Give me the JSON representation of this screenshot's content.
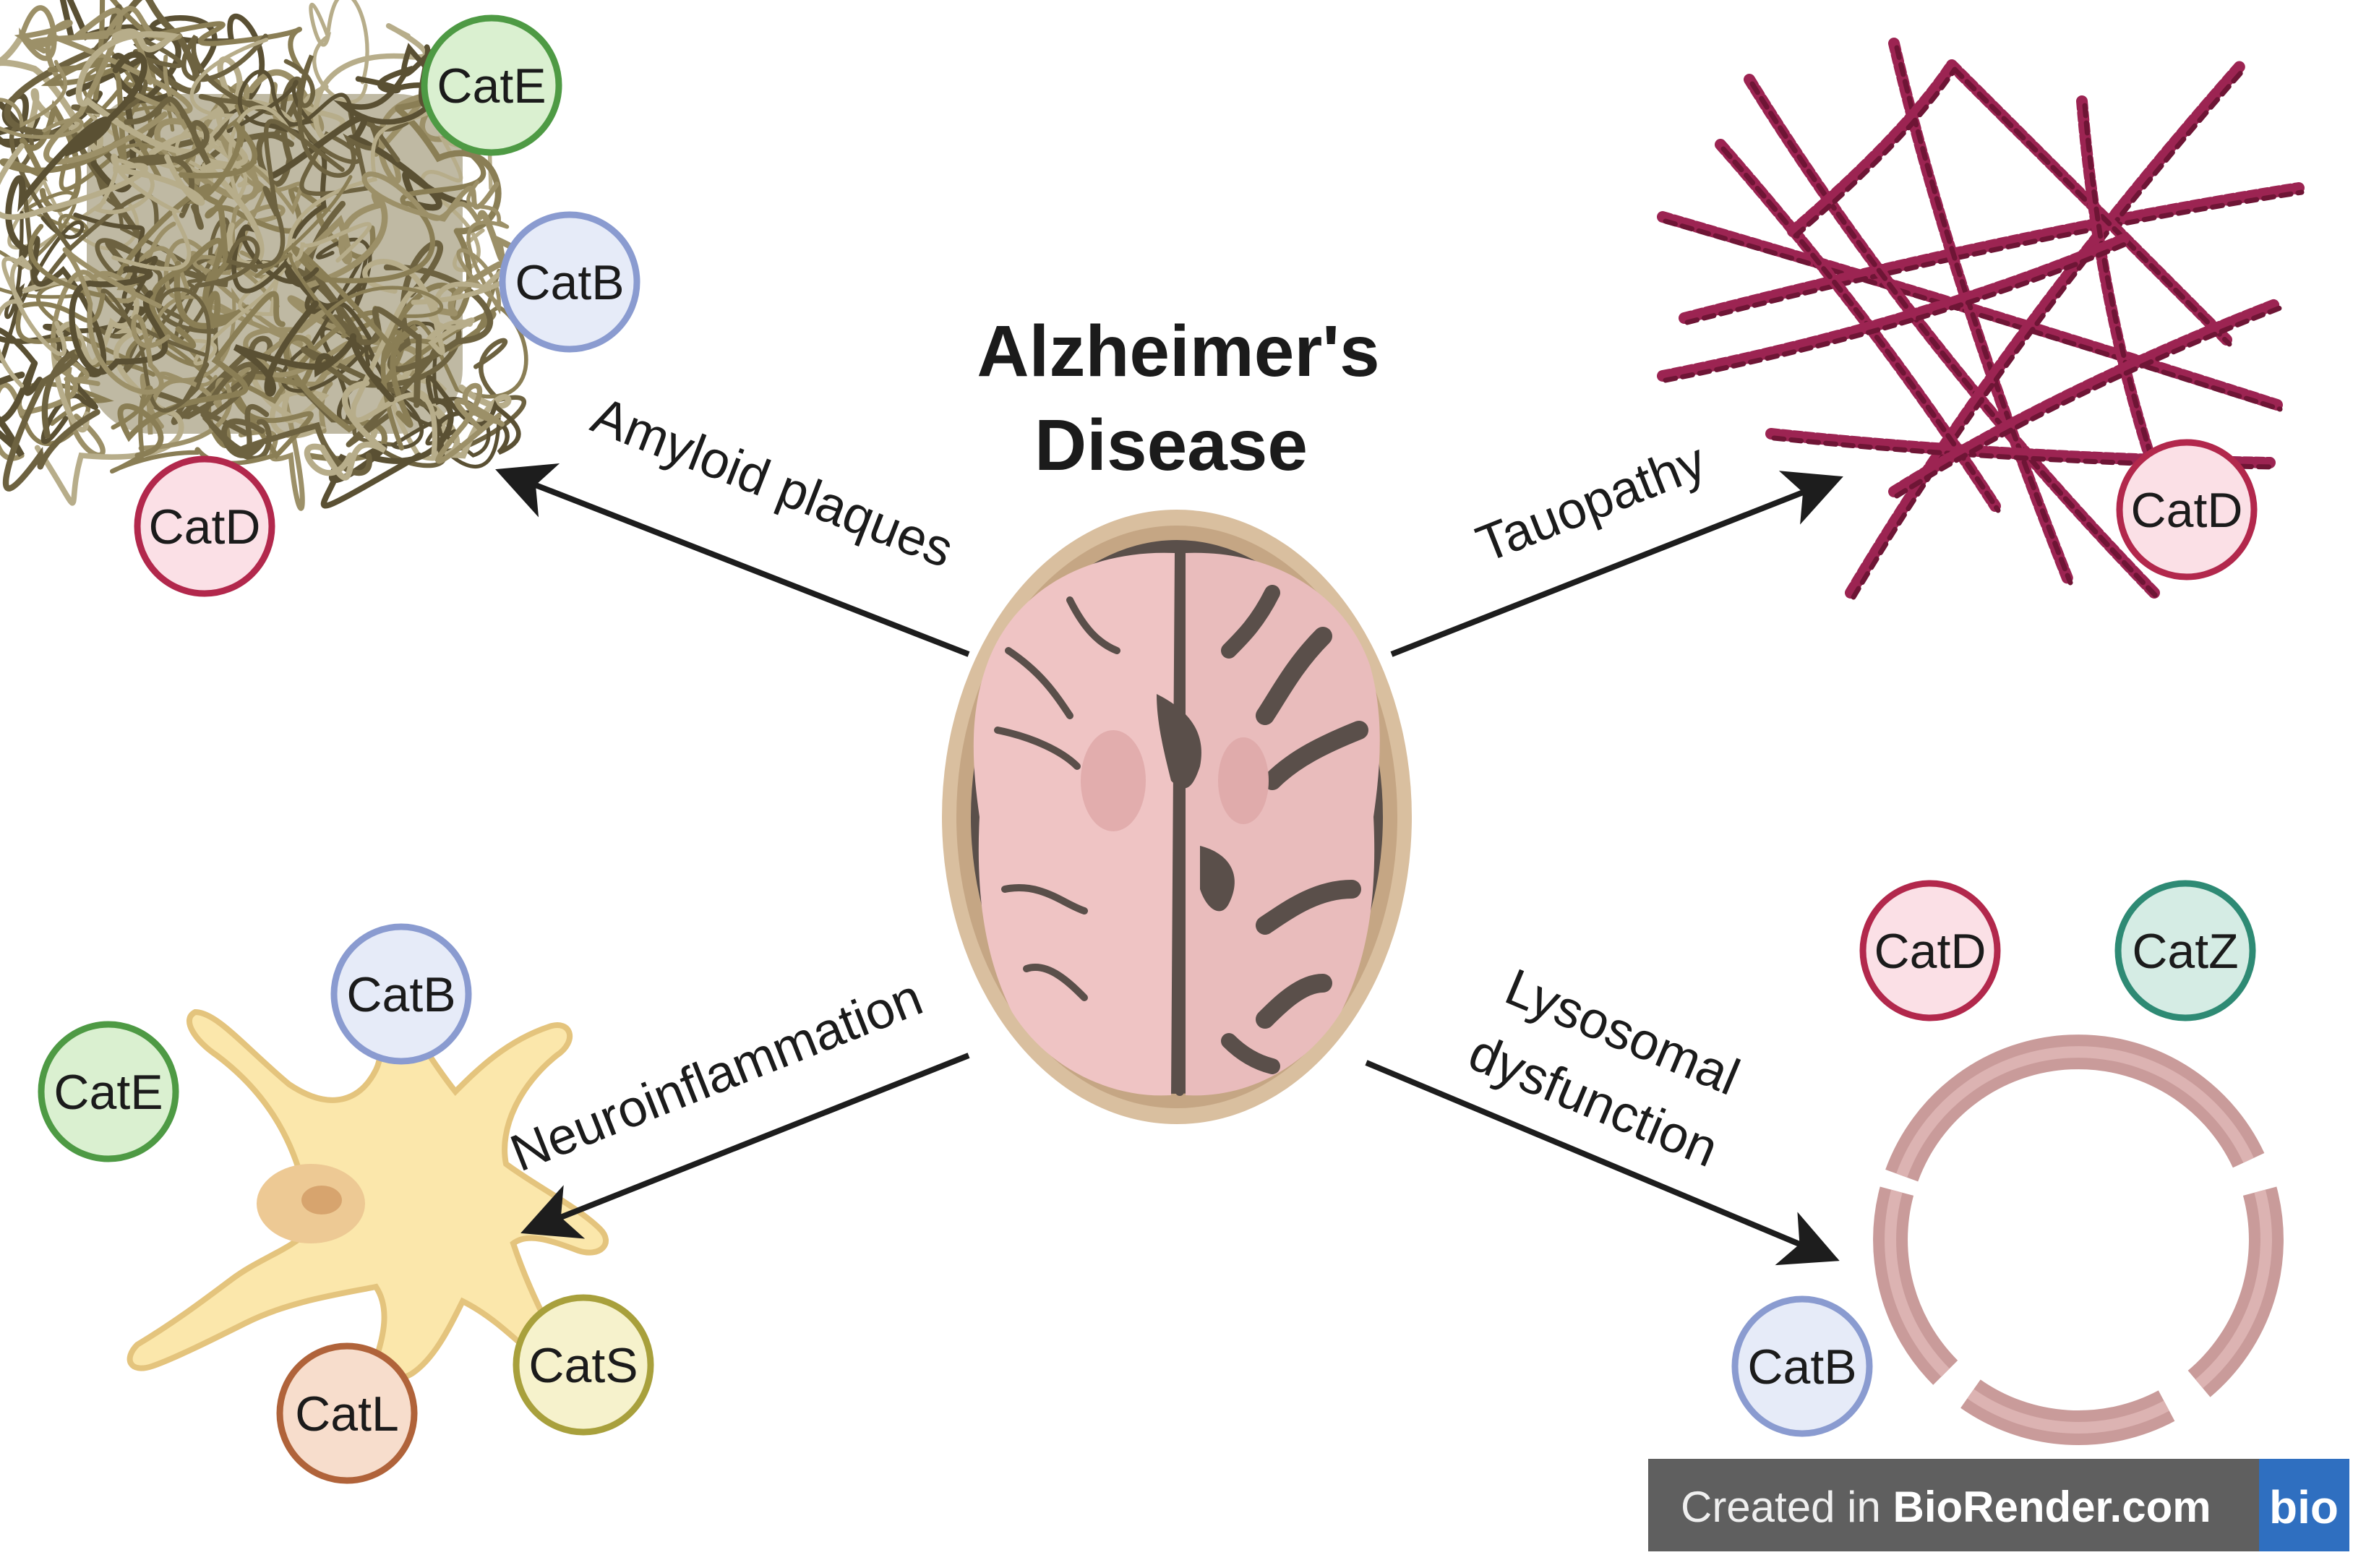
{
  "title": {
    "line1": "Alzheimer's",
    "line2": "Disease"
  },
  "pathways": {
    "amyloid": "Amyloid plaques",
    "tau": "Tauopathy",
    "inflammation": "Neuroinflammation",
    "lysosome_line1": "Lysosomal",
    "lysosome_line2": "dysfunction"
  },
  "badges": {
    "amyloid": [
      "CatE",
      "CatB",
      "CatD"
    ],
    "tau": [
      "CatD"
    ],
    "inflammation": [
      "CatB",
      "CatE",
      "CatS",
      "CatL"
    ],
    "lysosome": [
      "CatD",
      "CatZ",
      "CatB"
    ]
  },
  "watermark": {
    "prefix": "Created in ",
    "brand": "BioRender.com",
    "logo": "bio"
  },
  "icons": {
    "center": "brain-section-icon",
    "amyloid": "amyloid-fibrils-icon",
    "tau": "tau-tangles-icon",
    "inflammation": "microglia-cell-icon",
    "lysosome": "broken-lysosome-icon"
  },
  "colors": {
    "catE": "#4e9a44",
    "catB": "#8a9bd0",
    "catD": "#b2284c",
    "catS": "#a8a03c",
    "catL": "#b0633a",
    "catZ": "#2e8a74",
    "amyloid": "#7a6f4a",
    "tau": "#8c1d44",
    "brain": "#efc4c4",
    "cell": "#fbe7ab",
    "lysosome": "#c99b9a",
    "watermark_bg": "#5f5f5f",
    "logo_bg": "#2f6fc0"
  }
}
